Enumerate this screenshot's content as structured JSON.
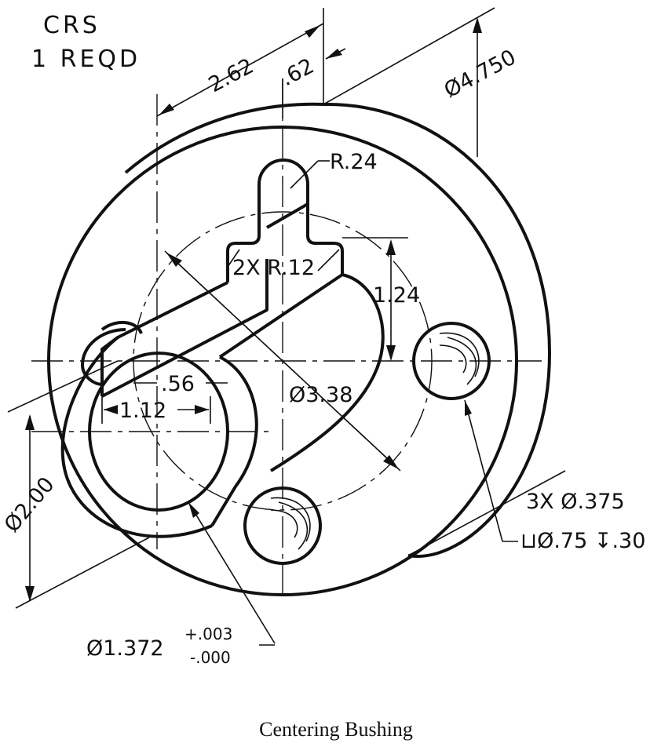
{
  "drawing": {
    "notes": {
      "material": "CRS",
      "quantity": "1 REQD"
    },
    "dimensions": {
      "offset": "2.62",
      "key_width": ".62",
      "outer_diameter": "Ø4.750",
      "key_radius": "R.24",
      "fillet_radius": "2X R.12",
      "height": "1.24",
      "bolt_circle": "Ø3.38",
      "slot_width": ".56",
      "slot_length": "1.12",
      "hub_diameter": "Ø2.00",
      "bore_diameter": "Ø1.372",
      "bore_tol_upper": "+.003",
      "bore_tol_lower": "-.000",
      "holes_count": "3X Ø.375",
      "holes_cbore": "⊔Ø.75 ↧.30"
    }
  },
  "caption": "Centering Bushing"
}
